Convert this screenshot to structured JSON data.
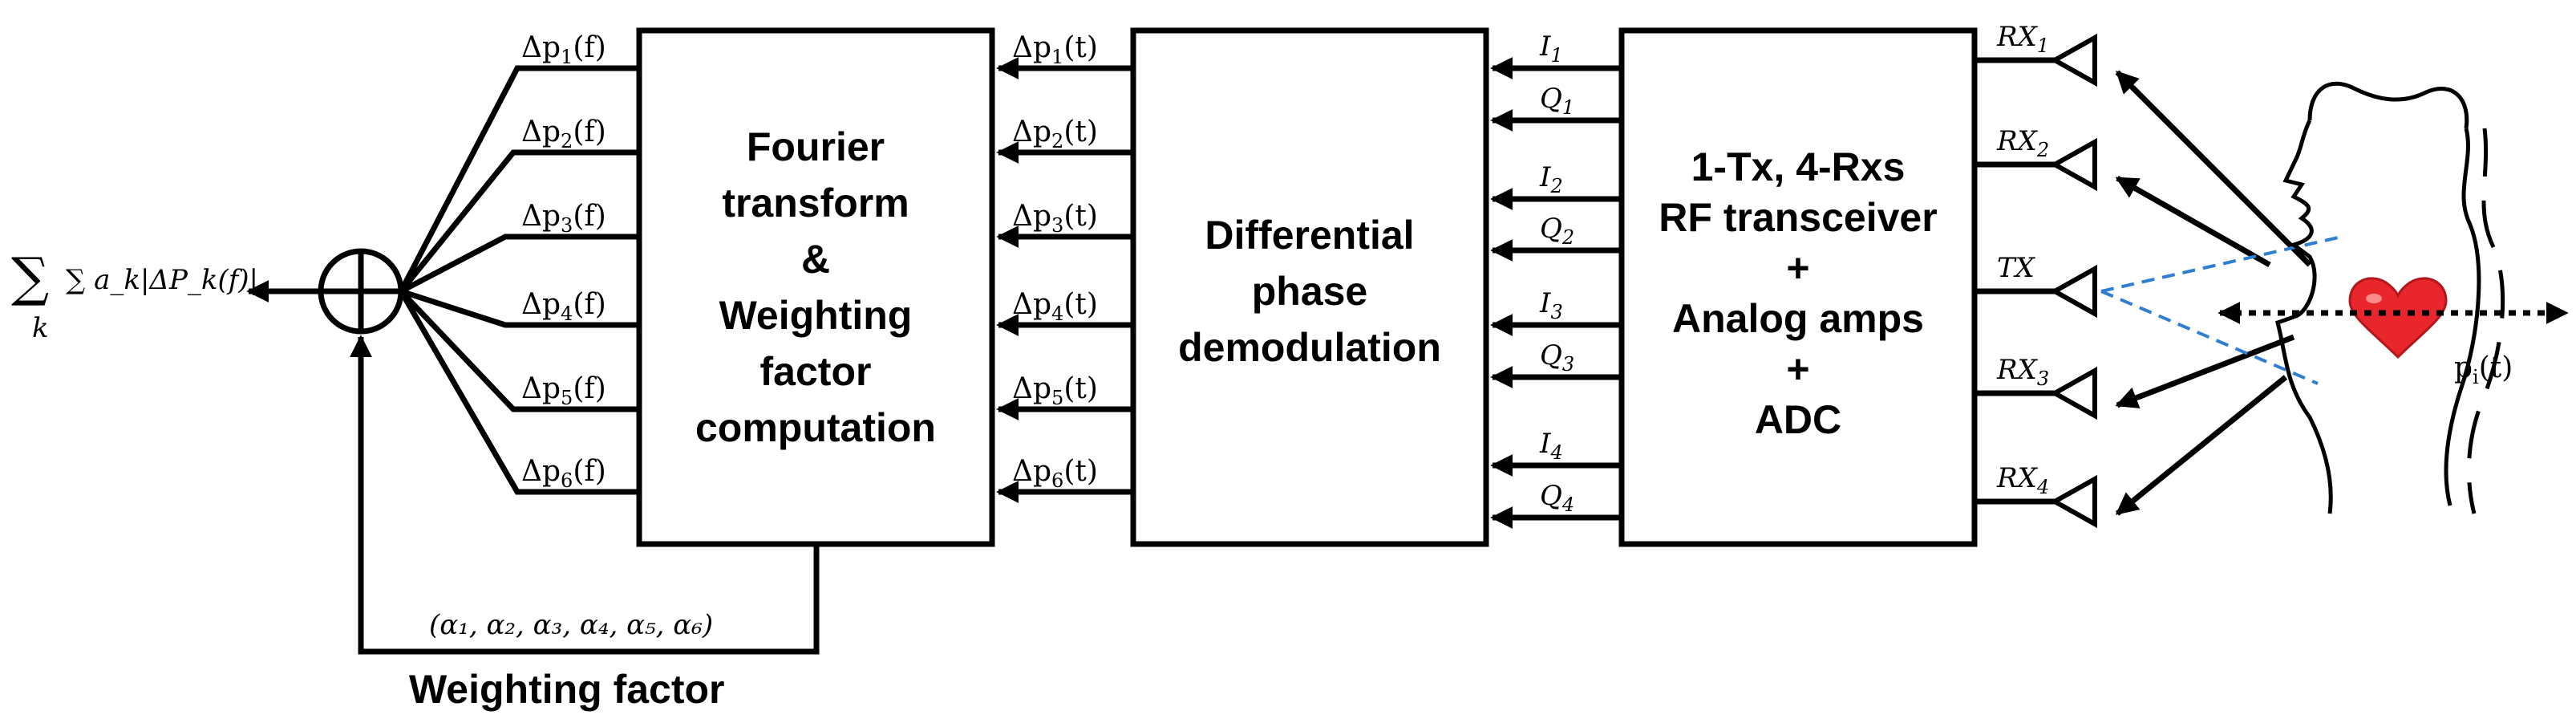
{
  "output_expression": "∑ a_k|ΔP_k(f)|",
  "sum_index": "k",
  "blocks": {
    "fourier": [
      "Fourier",
      "transform",
      "&",
      "Weighting",
      "factor",
      "computation"
    ],
    "diff": [
      "Differential",
      "phase",
      "demodulation"
    ],
    "rf": [
      "1-Tx, 4-Rxs",
      "RF transceiver",
      "+",
      "Analog amps",
      "+",
      "ADC"
    ]
  },
  "freq_signals": [
    {
      "base": "Δp",
      "sub": "1",
      "arg": "(f)"
    },
    {
      "base": "Δp",
      "sub": "2",
      "arg": "(f)"
    },
    {
      "base": "Δp",
      "sub": "3",
      "arg": "(f)"
    },
    {
      "base": "Δp",
      "sub": "4",
      "arg": "(f)"
    },
    {
      "base": "Δp",
      "sub": "5",
      "arg": "(f)"
    },
    {
      "base": "Δp",
      "sub": "6",
      "arg": "(f)"
    }
  ],
  "time_signals": [
    {
      "base": "Δp",
      "sub": "1",
      "arg": "(t)"
    },
    {
      "base": "Δp",
      "sub": "2",
      "arg": "(t)"
    },
    {
      "base": "Δp",
      "sub": "3",
      "arg": "(t)"
    },
    {
      "base": "Δp",
      "sub": "4",
      "arg": "(t)"
    },
    {
      "base": "Δp",
      "sub": "5",
      "arg": "(t)"
    },
    {
      "base": "Δp",
      "sub": "6",
      "arg": "(t)"
    }
  ],
  "iq_signals": [
    {
      "base": "I",
      "sub": "1"
    },
    {
      "base": "Q",
      "sub": "1"
    },
    {
      "base": "I",
      "sub": "2"
    },
    {
      "base": "Q",
      "sub": "2"
    },
    {
      "base": "I",
      "sub": "3"
    },
    {
      "base": "Q",
      "sub": "3"
    },
    {
      "base": "I",
      "sub": "4"
    },
    {
      "base": "Q",
      "sub": "4"
    }
  ],
  "antennas": [
    {
      "base": "RX",
      "sub": "1"
    },
    {
      "base": "RX",
      "sub": "2"
    },
    {
      "base": "TX",
      "sub": ""
    },
    {
      "base": "RX",
      "sub": "3"
    },
    {
      "base": "RX",
      "sub": "4"
    }
  ],
  "weights_tuple": "(α₁, α₂, α₃, α₄, α₅, α₆)",
  "weighting_label": "Weighting factor",
  "displacement_label": {
    "base": "p",
    "sub": "i",
    "arg": "(t)"
  },
  "colors": {
    "heart": "#e8262b",
    "tx_beam": "#2f7fd1",
    "line": "#000000"
  }
}
